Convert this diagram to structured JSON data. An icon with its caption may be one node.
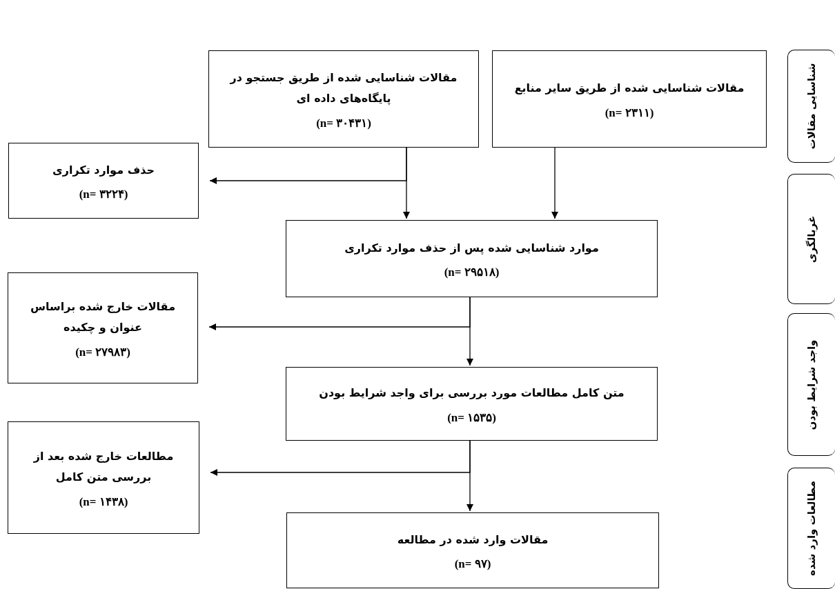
{
  "diagram": {
    "nodes": [
      {
        "text": [
          "مقالات شناسایی شده از طریق جستجو در پایگاه‌های داده ای",
          "(n= ۳۰۴۳۱)"
        ]
      },
      {
        "text": [
          "مقالات شناسایی شده از طریق سایر منابع",
          "(n= ۲۳۱۱)"
        ]
      },
      {
        "text": [
          "حذف موارد تکراری",
          "(n= ۳۲۲۴)"
        ]
      },
      {
        "text": [
          "موارد شناسایی شده پس از حذف موارد تکراری",
          "(n= ۲۹۵۱۸)"
        ]
      },
      {
        "text": [
          "مقالات خارج شده براساس عنوان و چکیده",
          "(n= ۲۷۹۸۳)"
        ]
      },
      {
        "text": [
          "متن کامل مطالعات مورد بررسی برای واجد شرایط بودن",
          "(n= ۱۵۳۵)"
        ]
      },
      {
        "text": [
          "مطالعات خارج شده بعد از بررسی متن کامل",
          "(n= ۱۴۳۸)"
        ]
      },
      {
        "text": [
          "مقالات وارد شده در مطالعه",
          "(n= ۹۷)"
        ]
      },
      {
        "text": [
          "شناسایی مقالات"
        ]
      },
      {
        "text": [
          "غربالگری"
        ]
      },
      {
        "text": [
          "واجد شرایط بودن"
        ]
      },
      {
        "text": [
          "مطالعات وارد شده"
        ]
      }
    ],
    "edges": [
      {
        "from": 0,
        "to": 2,
        "arrow": "to"
      },
      {
        "from": 0,
        "to": 3,
        "arrow": "to"
      },
      {
        "from": 1,
        "to": 3,
        "arrow": "to"
      },
      {
        "from": 3,
        "to": 4,
        "arrow": "to"
      },
      {
        "from": 3,
        "to": 5,
        "arrow": "to"
      },
      {
        "from": 5,
        "to": 6,
        "arrow": "to"
      },
      {
        "from": 5,
        "to": 7,
        "arrow": "to"
      }
    ]
  }
}
